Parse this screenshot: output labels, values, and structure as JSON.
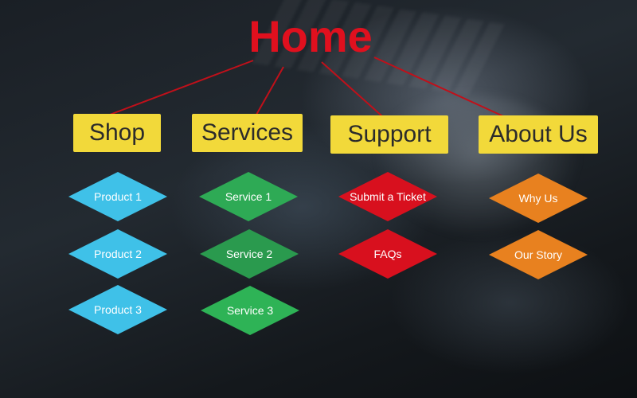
{
  "home": {
    "label": "Home",
    "color": "#e0101e"
  },
  "categories": [
    {
      "label": "Shop",
      "color": "#f2d93a",
      "item_color": "#3fc1e8",
      "items": [
        "Product 1",
        "Product 2",
        "Product 3"
      ]
    },
    {
      "label": "Services",
      "color": "#f2d93a",
      "item_color": "#2eaa55",
      "items": [
        "Service 1",
        "Service 2",
        "Service 3"
      ]
    },
    {
      "label": "Support",
      "color": "#f2d93a",
      "item_color": "#d8101e",
      "items": [
        "Submit a Ticket",
        "FAQs"
      ]
    },
    {
      "label": "About Us",
      "color": "#f2d93a",
      "item_color": "#e8811f",
      "items": [
        "Why Us",
        "Our Story"
      ]
    }
  ],
  "connector_color": "#c0101a"
}
